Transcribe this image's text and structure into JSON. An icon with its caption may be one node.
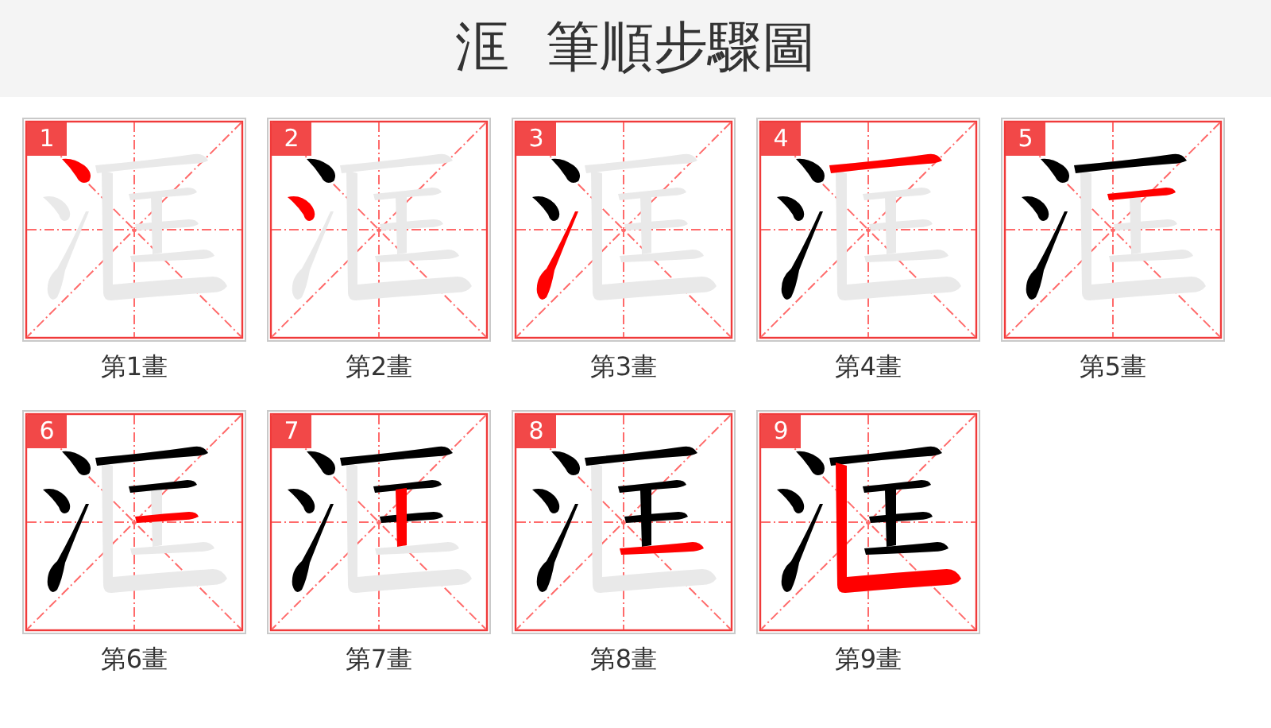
{
  "diagram": {
    "title": "洭 筆順步驟圖",
    "nodes": [
      {
        "text": [
          "1"
        ],
        "beside": [
          "第1畫"
        ]
      },
      {
        "text": [
          "2"
        ],
        "beside": [
          "第2畫"
        ]
      },
      {
        "text": [
          "3"
        ],
        "beside": [
          "第3畫"
        ]
      },
      {
        "text": [
          "4"
        ],
        "beside": [
          "第4畫"
        ]
      },
      {
        "text": [
          "5"
        ],
        "beside": [
          "第5畫"
        ]
      },
      {
        "text": [
          "6"
        ],
        "beside": [
          "第6畫"
        ]
      },
      {
        "text": [
          "7"
        ],
        "beside": [
          "第7畫"
        ]
      },
      {
        "text": [
          "8"
        ],
        "beside": [
          "第8畫"
        ]
      },
      {
        "text": [
          "9"
        ],
        "beside": [
          "第9畫"
        ]
      }
    ]
  }
}
